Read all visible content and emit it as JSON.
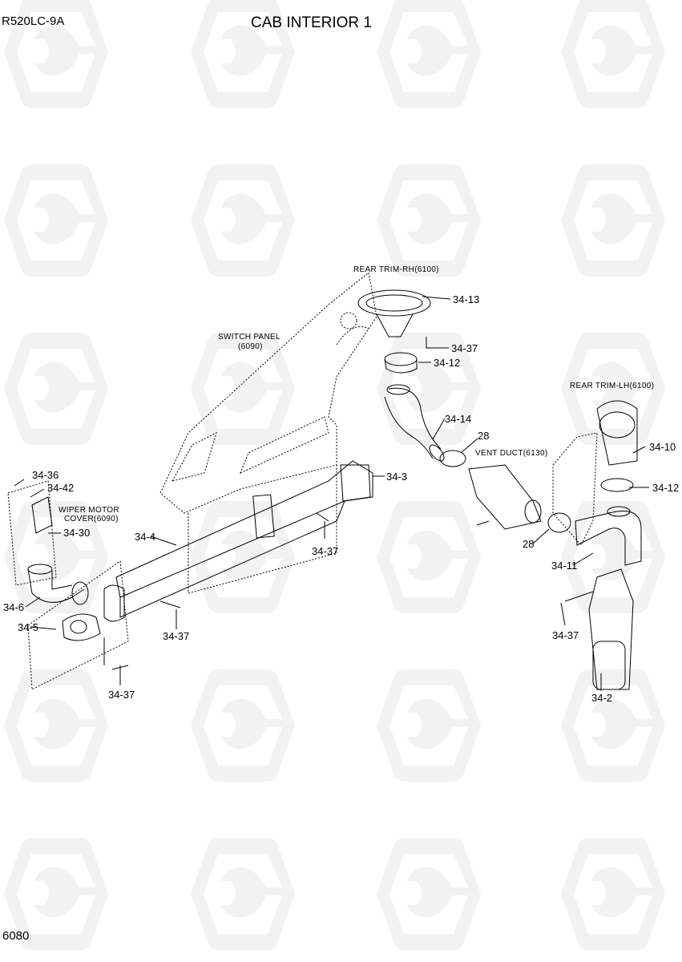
{
  "header": {
    "model": "R520LC-9A",
    "title": "CAB INTERIOR 1"
  },
  "footer": {
    "page_code": "6080"
  },
  "references": {
    "rear_trim_rh": "REAR TRIM-RH(6100)",
    "switch_panel_1": "SWITCH PANEL",
    "switch_panel_2": "(6090)",
    "rear_trim_lh": "REAR TRIM-LH(6100)",
    "vent_duct": "VENT DUCT(6130)",
    "wiper_cover_1": "WIPER MOTOR",
    "wiper_cover_2": "COVER(6090)"
  },
  "callouts": [
    "34-13",
    "34-37",
    "34-12",
    "34-14",
    "28",
    "34-10",
    "34-12",
    "34-3",
    "34-36",
    "34-42",
    "34-30",
    "34-4",
    "34-37",
    "28",
    "34-11",
    "34-6",
    "34-5",
    "34-37",
    "34-37",
    "34-37",
    "34-2"
  ],
  "colors": {
    "line": "#000000",
    "watermark": "#f2f2f2"
  }
}
